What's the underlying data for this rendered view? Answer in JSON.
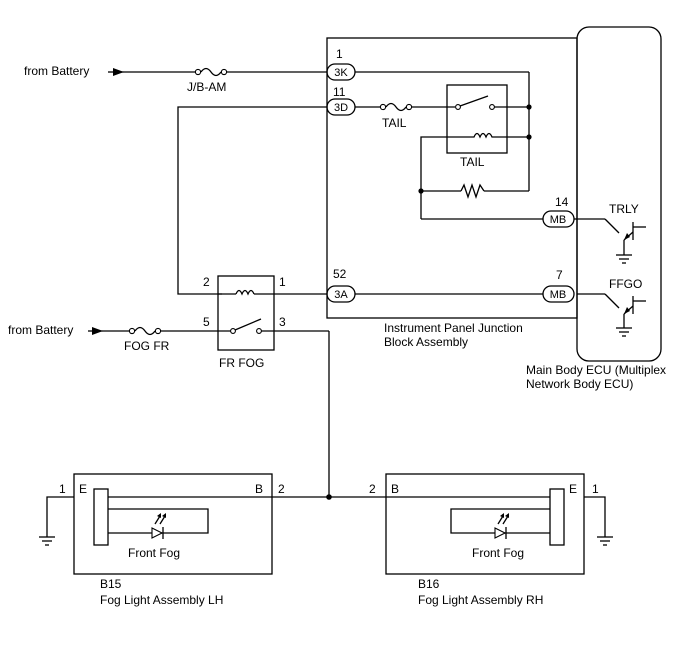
{
  "sources": {
    "battery_top": "from Battery",
    "battery_bottom": "from Battery"
  },
  "fuses": {
    "jb_am": "J/B-AM",
    "tail": "TAIL",
    "fog_fr": "FOG FR"
  },
  "relays": {
    "tail": "TAIL",
    "fr_fog": "FR FOG"
  },
  "connectors": {
    "c3k": {
      "pin": "1",
      "code": "3K"
    },
    "c3d": {
      "pin": "11",
      "code": "3D"
    },
    "c3a": {
      "pin": "52",
      "code": "3A"
    },
    "mb_trly": {
      "pin": "14",
      "code": "MB"
    },
    "mb_ffgo": {
      "pin": "7",
      "code": "MB"
    }
  },
  "relay_pins": {
    "p2": "2",
    "p1": "1",
    "p5": "5",
    "p3": "3"
  },
  "signals": {
    "trly": "TRLY",
    "ffgo": "FFGO"
  },
  "junction_block": {
    "line1": "Instrument Panel Junction",
    "line2": "Block Assembly"
  },
  "ecu": {
    "line1": "Main Body ECU (Multiplex",
    "line2": "Network Body ECU)"
  },
  "fog_lh": {
    "pin_e": "1",
    "term_e": "E",
    "term_b": "B",
    "pin_b": "2",
    "lamp": "Front Fog",
    "code": "B15",
    "name": "Fog Light Assembly LH"
  },
  "fog_rh": {
    "pin_b": "2",
    "term_b": "B",
    "term_e": "E",
    "pin_e": "1",
    "lamp": "Front Fog",
    "code": "B16",
    "name": "Fog Light Assembly RH"
  }
}
